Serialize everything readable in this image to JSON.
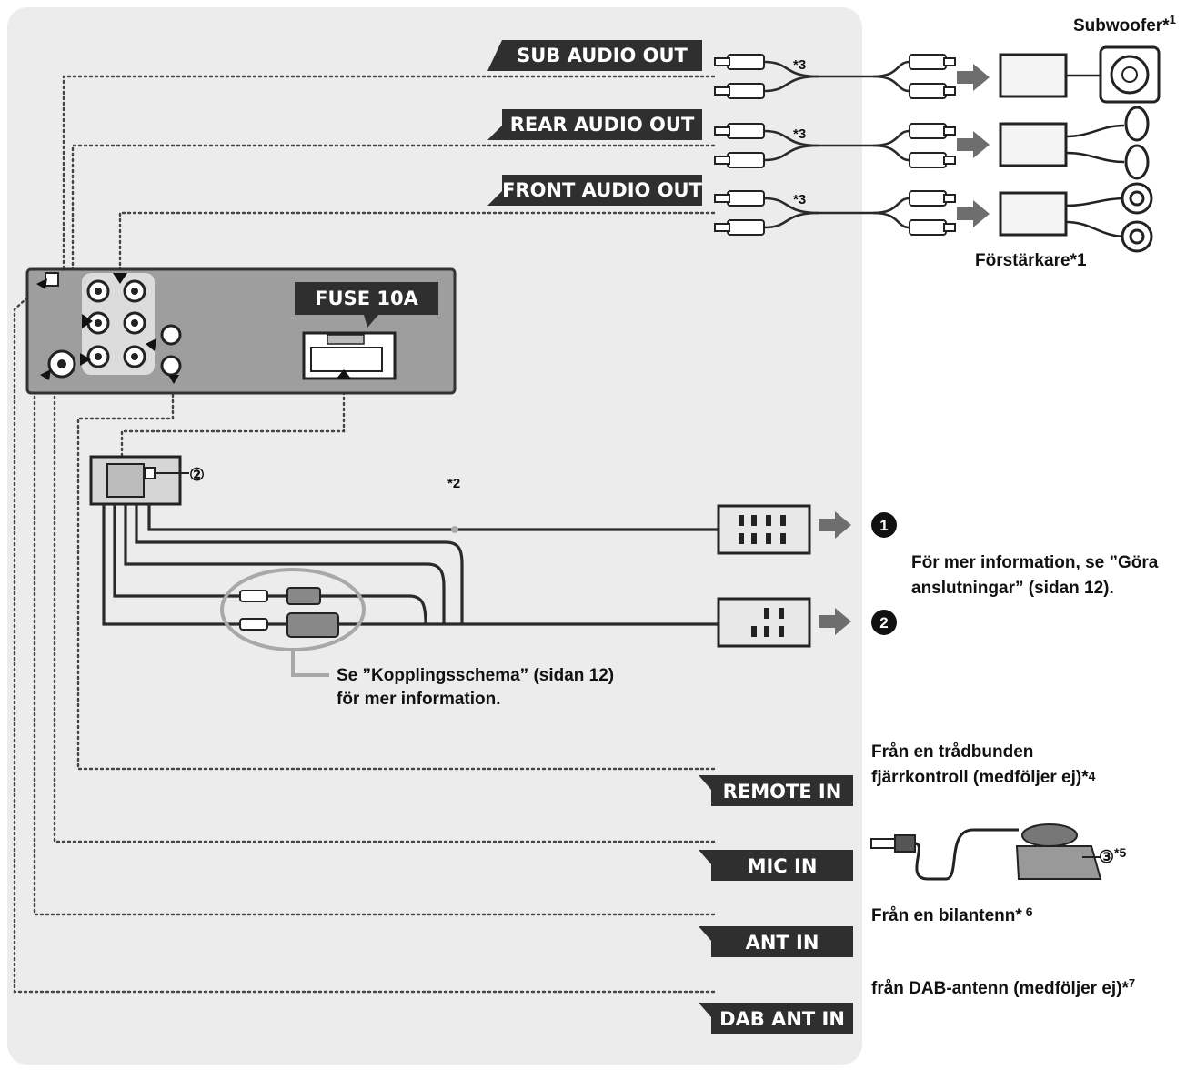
{
  "colors": {
    "panel": "#ececec",
    "dark": "#2f2f2f",
    "unit": "#9a9a9a",
    "black": "#111111"
  },
  "labels": {
    "sub_audio_out": "SUB AUDIO OUT",
    "rear_audio_out": "REAR AUDIO OUT",
    "front_audio_out": "FRONT AUDIO OUT",
    "fuse": "FUSE 10A",
    "remote_in": "REMOTE IN",
    "mic_in": "MIC IN",
    "ant_in": "ANT IN",
    "dab_ant_in": "DAB ANT IN"
  },
  "notes": {
    "subwoofer": "Subwoofer*",
    "subwoofer_sup": "1",
    "amplifier": "Förstärkare*1",
    "more_info_1": "För mer information, se ”Göra",
    "more_info_2": "anslutningar” (sidan 12).",
    "wiring_1": "Se ”Kopplingsschema” (sidan 12)",
    "wiring_2": "för mer information.",
    "remote_1": "Från en trådbunden",
    "remote_2": "fjärrkontroll (medföljer ej)*",
    "remote_sup": "4",
    "car_antenna": "Från en bilantenn*",
    "car_antenna_sup": "6",
    "dab": "från DAB-antenn (medföljer ej)*",
    "dab_sup": "7",
    "star3a": "*3",
    "star3b": "*3",
    "star3c": "*3",
    "star2": "*2",
    "circ2": "②",
    "circ3": "③",
    "circ3_sup": "*5",
    "out1": "1",
    "out2": "2"
  }
}
